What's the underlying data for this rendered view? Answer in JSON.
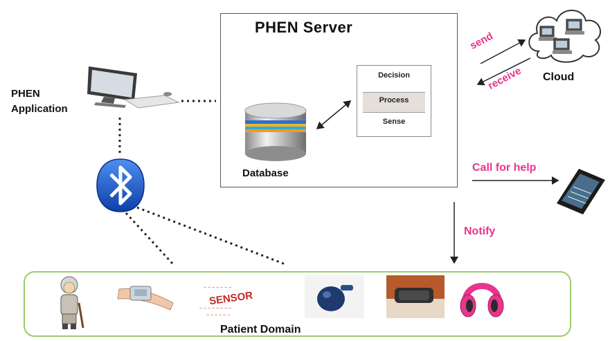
{
  "server": {
    "title": "PHEN  Server"
  },
  "layers": {
    "top": "Decision",
    "middle": "Process",
    "bottom": "Sense"
  },
  "database": {
    "label": "Database"
  },
  "application": {
    "line1": "PHEN",
    "line2": "Application"
  },
  "cloud": {
    "label": "Cloud",
    "send": "send",
    "receive": "receive"
  },
  "call_for_help": "Call for help",
  "notify": "Notify",
  "patient_domain": {
    "label": "Patient Domain",
    "sensor_text": "SENSOR"
  },
  "colors": {
    "accent_pink": "#e8358d",
    "patient_border": "#9acb6b",
    "bluetooth_blue": "#1a5fd6"
  },
  "icons": [
    "desktop-computer-icon",
    "bluetooth-icon",
    "database-icon",
    "cloud-computers-icon",
    "smartphone-icon",
    "elderly-woman-icon",
    "blood-pressure-cuff-icon",
    "sensor-word-icon",
    "wearable-clip-icon",
    "wrist-band-icon",
    "headphones-icon"
  ]
}
